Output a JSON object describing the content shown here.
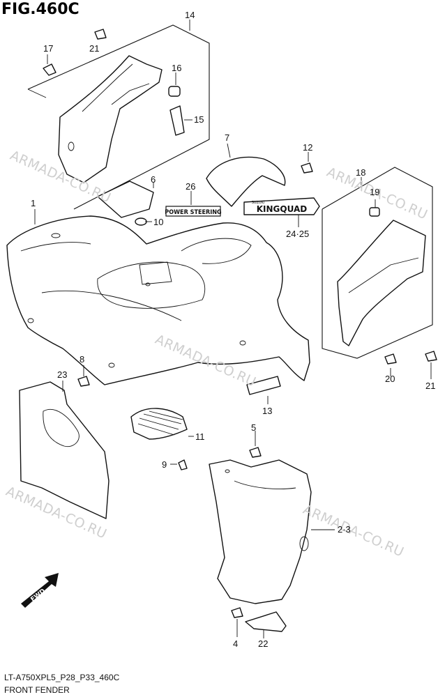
{
  "figure": {
    "title": "FIG.460C"
  },
  "watermark": "ARMADA-CO.RU",
  "callouts": {
    "c1": "1",
    "c2_3": "2·3",
    "c4": "4",
    "c5": "5",
    "c6": "6",
    "c7": "7",
    "c8": "8",
    "c9": "9",
    "c10": "10",
    "c11": "11",
    "c12": "12",
    "c13": "13",
    "c14": "14",
    "c15": "15",
    "c16": "16",
    "c17": "17",
    "c18": "18",
    "c19": "19",
    "c20": "20",
    "c21a": "21",
    "c21b": "21",
    "c22": "22",
    "c23": "23",
    "c24_25": "24·25",
    "c26": "26"
  },
  "decals": {
    "power_steering": "POWER STEERING",
    "kingquad": "KINGQUAD",
    "kingquad_small": "SUZUKI"
  },
  "direction_arrow": {
    "label": "FWD"
  },
  "footer": {
    "model_code": "LT-A750XPL5_P28_P33_460C",
    "section": "FRONT FENDER"
  }
}
